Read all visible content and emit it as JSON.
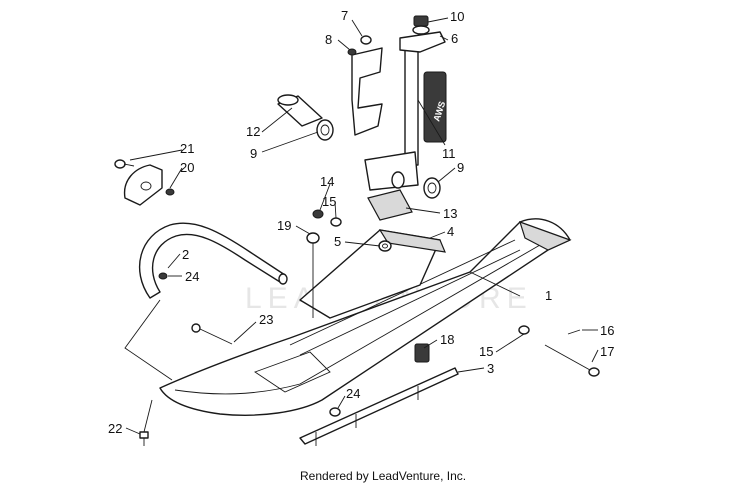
{
  "callouts": {
    "c1": "1",
    "c2": "2",
    "c3": "3",
    "c4": "4",
    "c5": "5",
    "c6": "6",
    "c7": "7",
    "c8": "8",
    "c9a": "9",
    "c9b": "9",
    "c10": "10",
    "c11": "11",
    "c12": "12",
    "c13": "13",
    "c14": "14",
    "c15a": "15",
    "c15b": "15",
    "c16": "16",
    "c17": "17",
    "c18": "18",
    "c19": "19",
    "c20": "20",
    "c21": "21",
    "c22": "22",
    "c23": "23",
    "c24a": "24",
    "c24b": "24"
  },
  "decal_text": "AWS",
  "watermark": "LEADVENTURE",
  "footer": "Rendered by LeadVenture, Inc."
}
